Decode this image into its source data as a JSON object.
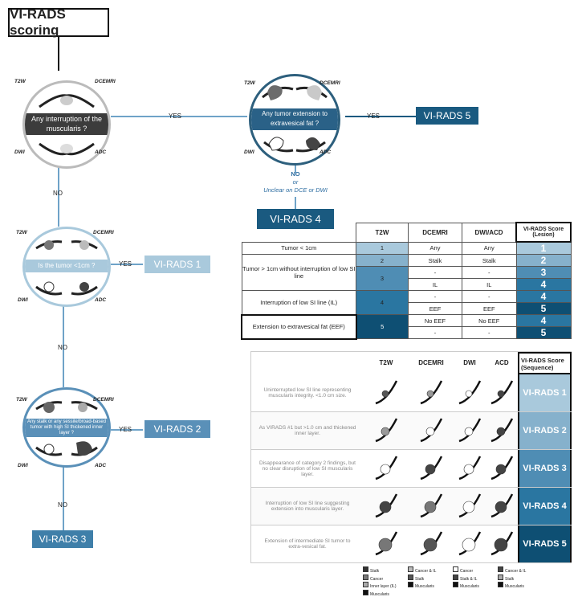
{
  "title": "VI-RADS scoring",
  "seq_labels": {
    "t2w": "T2W",
    "dce": "DCEMRI",
    "dwi": "DWI",
    "adc": "ADC"
  },
  "flow": {
    "q1": "Any interruption of the muscularis ?",
    "q2": "Any tumor extension to extravesical fat ?",
    "q3": "Is the tumor <1cm ?",
    "q4": "Any stalk or any sessile/broad-based tumor with high SI thickened inner layer ?",
    "yes": "YES",
    "no": "NO",
    "no_or": "or",
    "unclear": "Unclear on DCE or DWI",
    "vr1": "VI-RADS 1",
    "vr2": "VI-RADS 2",
    "vr3": "VI-RADS 3",
    "vr4": "VI-RADS 4",
    "vr5": "VI-RADS 5"
  },
  "table1": {
    "headers": [
      "T2W",
      "DCEMRI",
      "DWI/ACD",
      "VI-RADS Score (Lesion)"
    ],
    "rows": [
      {
        "label": "Tumor < 1cm",
        "t2w": "1",
        "sub": [
          [
            "Any",
            "Any",
            "1"
          ]
        ]
      },
      {
        "label": "Tumor > 1cm without interruption of low SI line",
        "t2w_a": "2",
        "t2w": "3",
        "sub": [
          [
            "Stalk",
            "Stalk",
            "2"
          ],
          [
            "-",
            "-",
            "3"
          ],
          [
            "IL",
            "IL",
            "4"
          ]
        ]
      },
      {
        "label": "Interruption of low SI line (IL)",
        "t2w": "4",
        "sub": [
          [
            "-",
            "-",
            "4"
          ],
          [
            "EEF",
            "EEF",
            "5"
          ]
        ]
      },
      {
        "label": "Extension to extravesical fat (EEF)",
        "t2w": "5",
        "sub": [
          [
            "No EEF",
            "No EEF",
            "4"
          ],
          [
            "-",
            "-",
            "5"
          ]
        ]
      }
    ]
  },
  "table2": {
    "headers": [
      "T2W",
      "DCEMRI",
      "DWI",
      "ACD",
      "VI-RADS Score (Sequence)"
    ],
    "rows": [
      {
        "desc": "Uninterrupted low SI line representing muscularis integrity. <1.0 cm size.",
        "score": "VI-RADS 1"
      },
      {
        "desc": "As VIRADS #1 but >1.0 cm and thickened inner layer.",
        "score": "VI-RADS 2"
      },
      {
        "desc": "Disappearance of category 2 findings, but no clear disruption of low SI muscularis layer.",
        "score": "VI-RADS 3"
      },
      {
        "desc": "Interruption of low SI line suggesting extension into muscularis layer.",
        "score": "VI-RADS 4"
      },
      {
        "desc": "Extension of intermediate SI tumor to extra-vesical fat.",
        "score": "VI-RADS 5"
      }
    ]
  },
  "legend": [
    [
      "Stalk",
      "Cancer",
      "Inner layer (IL)",
      "Muscularis"
    ],
    [
      "Cancer & IL",
      "Stalk",
      "Muscularis"
    ],
    [
      "Cancer",
      "Stalk & IL",
      "Muscularis"
    ],
    [
      "Cancer & IL",
      "Stalk",
      "Muscularis"
    ]
  ],
  "colors": {
    "c1": "#a9c9dc",
    "c2": "#86b1cc",
    "c3": "#4f8db4",
    "c4": "#2a76a1",
    "c5": "#0e4f73",
    "line": "#6fa3c8"
  }
}
